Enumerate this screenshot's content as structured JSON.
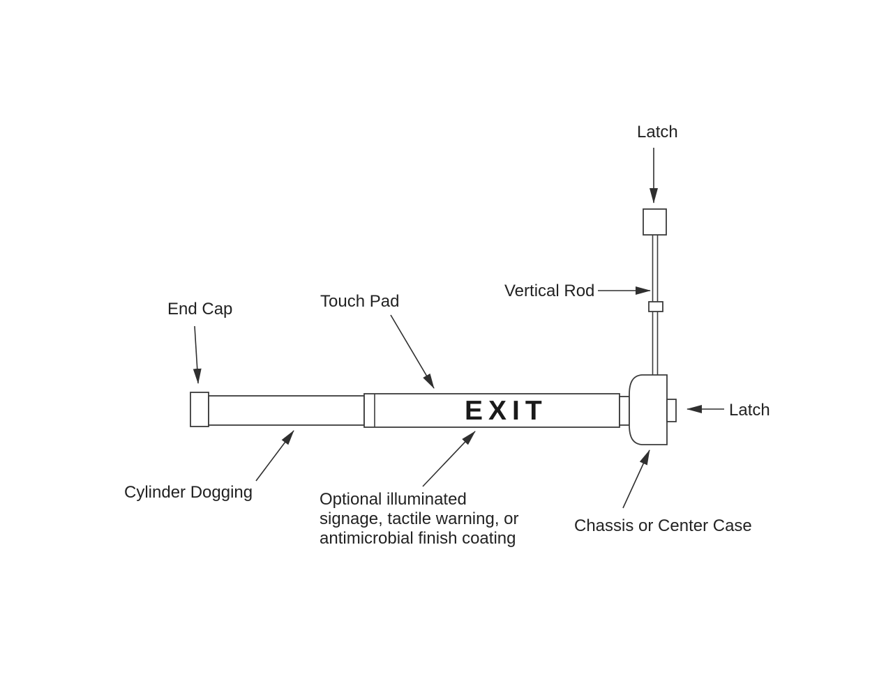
{
  "diagram": {
    "labels": {
      "latch_top": "Latch",
      "vertical_rod": "Vertical Rod",
      "end_cap": "End Cap",
      "touch_pad": "Touch Pad",
      "latch_right": "Latch",
      "cylinder_dogging": "Cylinder Dogging",
      "optional_note": "Optional illuminated\nsignage, tactile warning, or\nantimicrobial finish coating",
      "chassis": "Chassis or Center Case",
      "exit_sign": "EXIT"
    },
    "colors": {
      "background": "#ffffff",
      "line": "#3b3b3b",
      "text": "#222222"
    }
  }
}
